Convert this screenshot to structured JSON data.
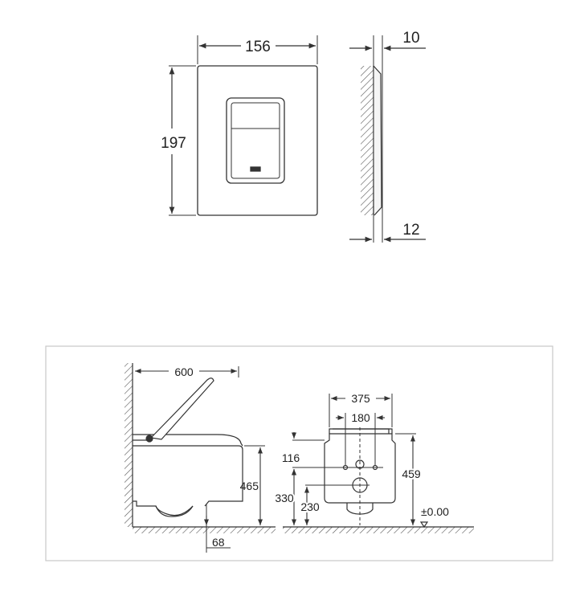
{
  "flush_plate": {
    "dims": {
      "width": "156",
      "height": "197",
      "depth_top": "10",
      "depth_bottom": "12"
    }
  },
  "wc_panel": {
    "side_dims": {
      "length": "600",
      "height": "465",
      "depth": "68"
    },
    "front_dims": {
      "width": "375",
      "holes_spacing": "180",
      "top_to_hole": "116",
      "height_total": "459",
      "hole_height": "330",
      "outlet_height": "230",
      "level": "±0.00"
    }
  },
  "colors": {
    "line": "#333333",
    "frame": "#c8c8c8",
    "hatch": "#555555"
  }
}
